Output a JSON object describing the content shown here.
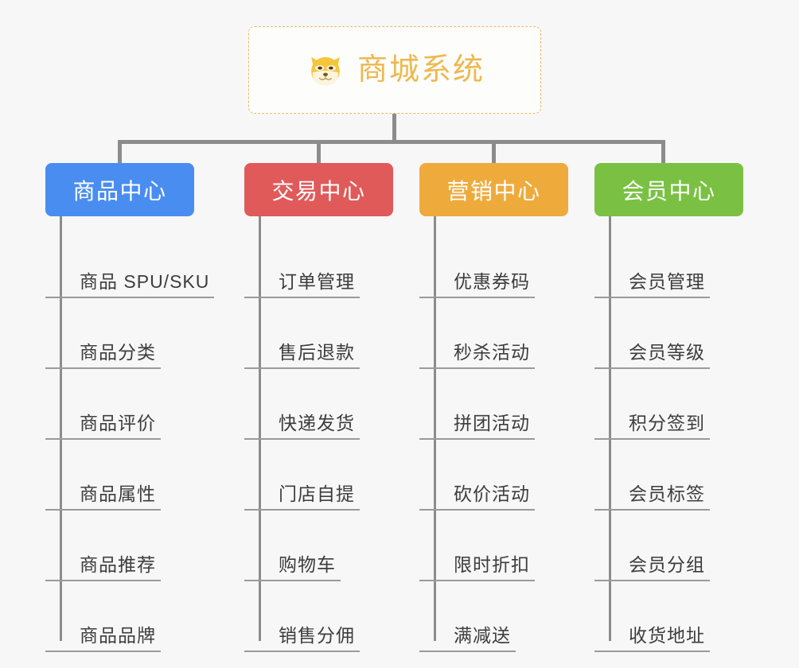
{
  "canvas": {
    "background": "#f7f7f7",
    "connector_color": "#8c8c8c",
    "leaf_line_color": "#9a9a9a",
    "leaf_text_color": "#3d3d3d"
  },
  "root": {
    "icon": "shiba-dog-face-icon",
    "label": "商城系统",
    "text_color": "#edb94f",
    "border_color": "#e8b963",
    "background": "#fdfdfb"
  },
  "branches": [
    {
      "id": "product-center",
      "label": "商品中心",
      "color": "#4a8df0",
      "items": [
        {
          "label": "商品 SPU/SKU"
        },
        {
          "label": "商品分类"
        },
        {
          "label": "商品评价"
        },
        {
          "label": "商品属性"
        },
        {
          "label": "商品推荐"
        },
        {
          "label": "商品品牌"
        }
      ]
    },
    {
      "id": "trade-center",
      "label": "交易中心",
      "color": "#e15a5a",
      "items": [
        {
          "label": "订单管理"
        },
        {
          "label": "售后退款"
        },
        {
          "label": "快递发货"
        },
        {
          "label": "门店自提"
        },
        {
          "label": "购物车"
        },
        {
          "label": "销售分佣"
        }
      ]
    },
    {
      "id": "marketing-center",
      "label": "营销中心",
      "color": "#eeab3c",
      "items": [
        {
          "label": "优惠券码"
        },
        {
          "label": "秒杀活动"
        },
        {
          "label": "拼团活动"
        },
        {
          "label": "砍价活动"
        },
        {
          "label": "限时折扣"
        },
        {
          "label": "满减送"
        }
      ]
    },
    {
      "id": "member-center",
      "label": "会员中心",
      "color": "#7ac143",
      "items": [
        {
          "label": "会员管理"
        },
        {
          "label": "会员等级"
        },
        {
          "label": "积分签到"
        },
        {
          "label": "会员标签"
        },
        {
          "label": "会员分组"
        },
        {
          "label": "收货地址"
        }
      ]
    }
  ]
}
